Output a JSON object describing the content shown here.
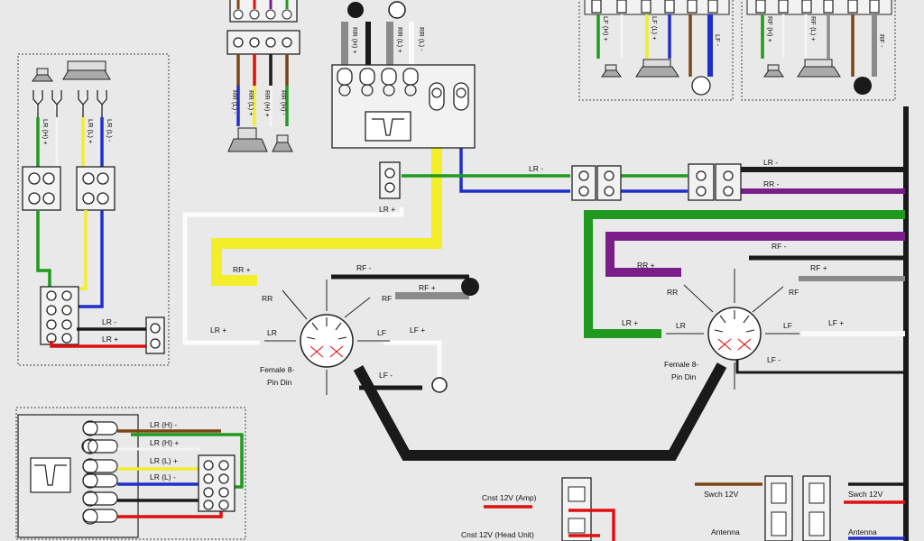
{
  "colors": {
    "green": "#1f9a1f",
    "yellow": "#f2ee2a",
    "blue": "#1f2fc8",
    "purple": "#7a1f8a",
    "gray": "#8a8a8a",
    "black": "#1a1a1a",
    "red": "#e01010",
    "brown": "#7a4516",
    "white": "#f4f4f4"
  },
  "labels": {
    "left_speakers": {
      "lr_h_plus": "LR (H) +",
      "lr_l_plus": "LR (L) +",
      "lr_l_minus": "LR (L) -",
      "lr_minus": "LR -",
      "lr_plus": "LR +"
    },
    "top_rear": {
      "rr_l_minus": "RR (L) -",
      "rr_l_plus": "RR (L) +",
      "rr_h_plus": "RR (H) +",
      "rr_h_minus": "RR (H) -",
      "top_rr_h_plus": "RR (H) +",
      "top_rr_l_plus": "RR (L) +",
      "top_rr_l_minus": "RR (L) -"
    },
    "top_right_a": {
      "lf_h_plus": "LF (H) +",
      "lf_l_plus": "LF (L) +",
      "lf_minus": "LF -"
    },
    "top_right_b": {
      "rf_h_plus": "RF (H) +",
      "rf_l_plus": "RF (L) +",
      "rf_minus": "RF -"
    },
    "mid": {
      "lr_minus": "LR -",
      "lr_plus": "LR +"
    },
    "right_bus": {
      "lr_minus": "LR -",
      "rr_minus": "RR -",
      "rf_minus": "RF -",
      "rf_plus": "RF +",
      "lf_plus": "LF +",
      "lf_minus": "LF -"
    },
    "din_left": {
      "rr_plus": "RR +",
      "rf_minus": "RF -",
      "rf_plus": "RF +",
      "rr": "RR",
      "rf": "RF",
      "lr_plus": "LR +",
      "lr": "LR",
      "lf": "LF",
      "lf_plus": "LF +",
      "lf_minus": "LF -",
      "caption_1": "Female 8-",
      "caption_2": "Pin Din"
    },
    "din_right": {
      "rr_plus": "RR +",
      "rr": "RR",
      "rf": "RF",
      "lr_plus": "LR +",
      "lr": "LR",
      "lf": "LF",
      "caption_1": "Female 8-",
      "caption_2": "Pin Din"
    },
    "bottom_left": {
      "lr_h_minus": "LR (H) -",
      "lr_h_plus": "LR (H) +",
      "lr_l_plus": "LR (L) +",
      "lr_l_minus": "LR (L) -"
    },
    "bottom_mid": {
      "cnst_amp": "Cnst 12V (Amp)",
      "cnst_head": "Cnst 12V (Head Unit)"
    },
    "bottom_right": {
      "swch_left": "Swch 12V",
      "antenna_left": "Antenna",
      "swch_right": "Swch 12V",
      "antenna_right": "Antenna"
    }
  }
}
